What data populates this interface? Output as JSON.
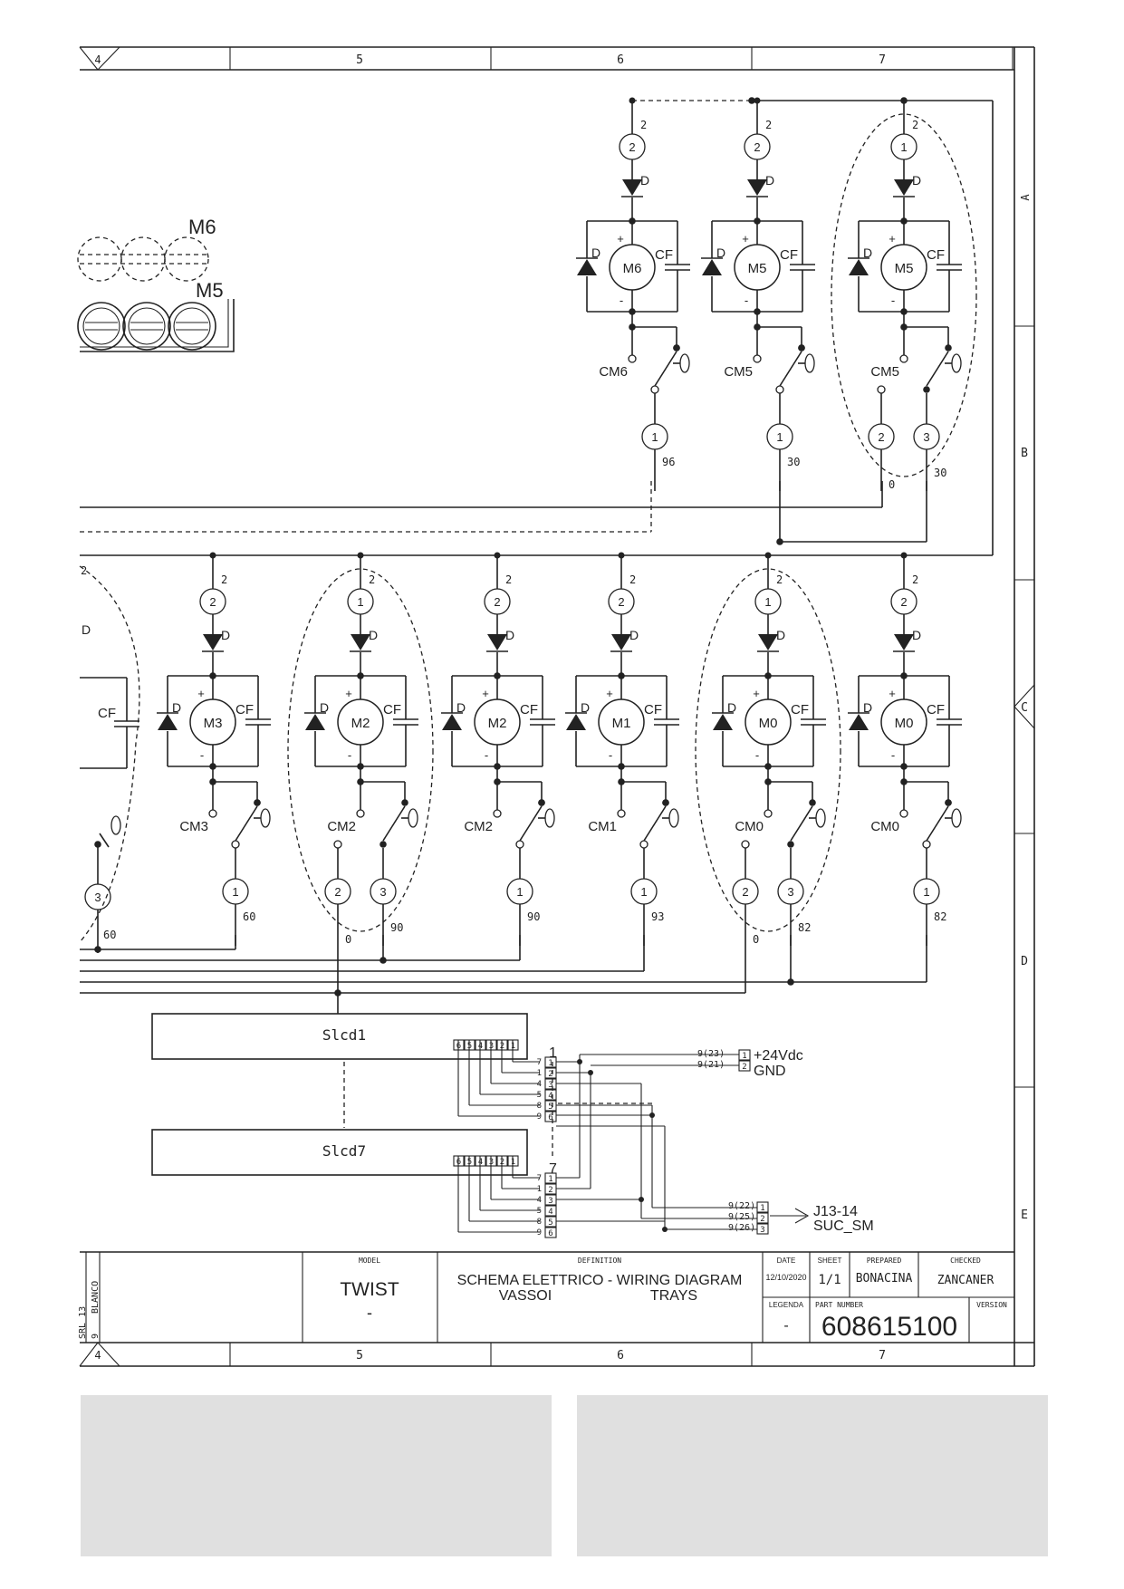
{
  "frame": {
    "columns": [
      "4",
      "5",
      "6",
      "7"
    ],
    "rows": [
      "A",
      "B",
      "C",
      "D",
      "E"
    ]
  },
  "top_left": {
    "m6": "M6",
    "m5": "M5"
  },
  "top_row": [
    {
      "motor": "M6",
      "conn_in": "2",
      "wire_in": "2",
      "switch": "CM6",
      "conn_out": [
        "1"
      ],
      "wire_out": [
        "96"
      ],
      "dashed_supply": true
    },
    {
      "motor": "M5",
      "conn_in": "2",
      "wire_in": "2",
      "switch": "CM5",
      "conn_out": [
        "1"
      ],
      "wire_out": [
        "30"
      ]
    },
    {
      "motor": "M5",
      "conn_in": "1",
      "wire_in": "2",
      "switch": "CM5",
      "conn_out": [
        "2",
        "3"
      ],
      "wire_out": [
        "0",
        "30"
      ],
      "grouped": true
    }
  ],
  "bottom_row": [
    {
      "motor": "M3",
      "conn_in": "2",
      "wire_in": "2",
      "switch": "CM3",
      "conn_out": [
        "1"
      ],
      "wire_out": [
        "60"
      ]
    },
    {
      "motor": "M2",
      "conn_in": "1",
      "wire_in": "2",
      "switch": "CM2",
      "conn_out": [
        "2",
        "3"
      ],
      "wire_out": [
        "0",
        "90"
      ],
      "grouped": true
    },
    {
      "motor": "M2",
      "conn_in": "2",
      "wire_in": "2",
      "switch": "CM2",
      "conn_out": [
        "1"
      ],
      "wire_out": [
        "90"
      ]
    },
    {
      "motor": "M1",
      "conn_in": "2",
      "wire_in": "2",
      "switch": "CM1",
      "conn_out": [
        "1"
      ],
      "wire_out": [
        "93"
      ]
    },
    {
      "motor": "M0",
      "conn_in": "1",
      "wire_in": "2",
      "switch": "CM0",
      "conn_out": [
        "2",
        "3"
      ],
      "wire_out": [
        "0",
        "82"
      ],
      "grouped": true
    },
    {
      "motor": "M0",
      "conn_in": "2",
      "wire_in": "2",
      "switch": "CM0",
      "conn_out": [
        "1"
      ],
      "wire_out": [
        "82"
      ]
    }
  ],
  "partial_left": {
    "wire_in": "2",
    "diode": "D",
    "cap": "CF",
    "conn_out": "3",
    "wire_out": "60"
  },
  "symbols": {
    "diode": "D",
    "cap": "CF",
    "plus": "+",
    "minus": "-"
  },
  "boards": [
    {
      "name": "Slcd1",
      "index": "1"
    },
    {
      "name": "Slcd7",
      "index": "7"
    }
  ],
  "board_pins": [
    "6",
    "5",
    "4",
    "3",
    "2",
    "1"
  ],
  "harness_left_labels": [
    "7",
    "1",
    "4",
    "5",
    "8",
    "9"
  ],
  "harness_pins": [
    "1",
    "2",
    "3",
    "4",
    "5",
    "6"
  ],
  "power_conn": {
    "wires": [
      "9(23)",
      "9(21)"
    ],
    "pins": [
      "1",
      "2"
    ],
    "labels": [
      "+24Vdc",
      "GND"
    ]
  },
  "j13_conn": {
    "wires": [
      "9(22)",
      "9(25)",
      "9(26)"
    ],
    "pins": [
      "1",
      "2",
      "3"
    ],
    "labels": [
      "J13-14",
      "SUC_SM"
    ]
  },
  "title_block": {
    "model_label": "MODEL",
    "model": "TWIST",
    "model_sub": "-",
    "definition_label": "DEFINITION",
    "definition_line1": "SCHEMA ELETTRICO - WIRING DIAGRAM",
    "definition_it": "VASSOI",
    "definition_en": "TRAYS",
    "date_label": "DATE",
    "date": "12/10/2020",
    "sheet_label": "SHEET",
    "sheet": "1/1",
    "prepared_label": "PREPARED",
    "prepared": "BONACINA",
    "checked_label": "CHECKED",
    "checked": "ZANCANER",
    "legenda_label": "LEGENDA",
    "legenda": "-",
    "part_label": "PART NUMBER",
    "part_number": "608615100",
    "version_label": "VERSION",
    "side_text1": "BLANCO",
    "side_text2": "9",
    "side_text3": "SRL 13"
  }
}
